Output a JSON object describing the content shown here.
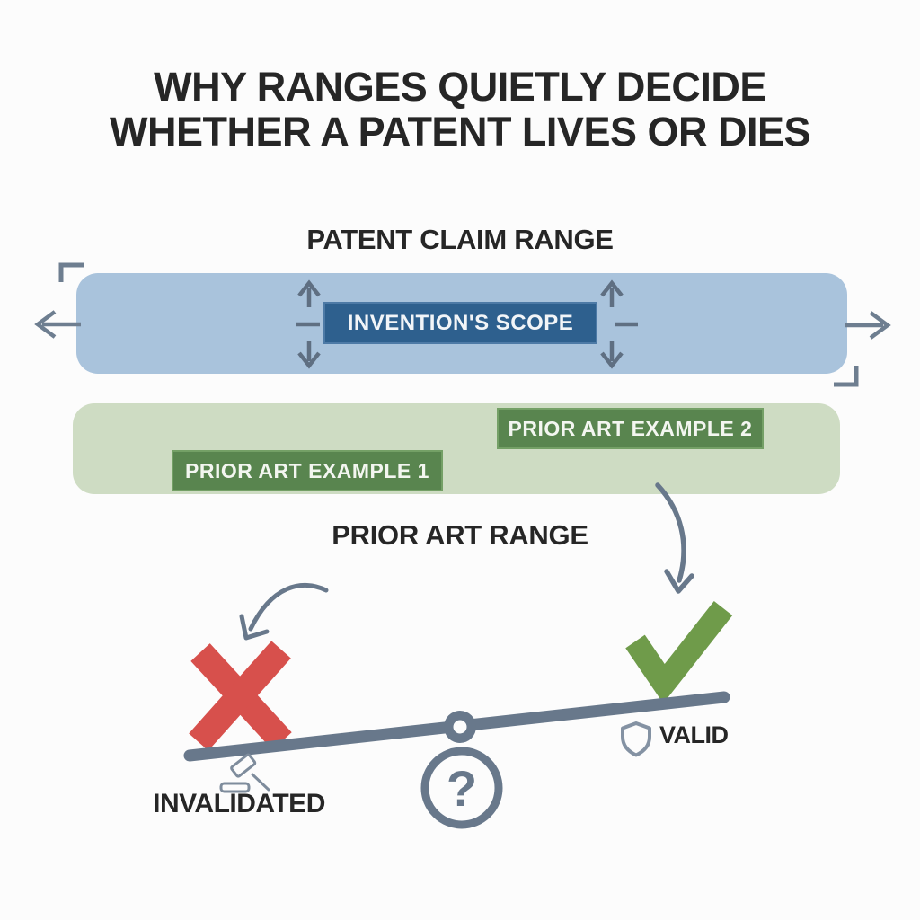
{
  "title": {
    "line1": "WHY RANGES QUIETLY DECIDE",
    "line2": "WHETHER A PATENT LIVES OR DIES"
  },
  "patent_claim": {
    "heading": "PATENT CLAIM RANGE",
    "scope_label": "INVENTION'S SCOPE"
  },
  "prior_art": {
    "heading": "PRIOR ART RANGE",
    "example1_label": "PRIOR ART EXAMPLE 1",
    "example2_label": "PRIOR ART EXAMPLE 2"
  },
  "verdict": {
    "invalidated_label": "INVALIDATED",
    "valid_label": "VALID",
    "question_mark": "?"
  },
  "colors": {
    "claim_bar": "#a9c3dc",
    "scope_box": "#2e608e",
    "prior_art_bar": "#cedcc3",
    "prior_art_box": "#59854f",
    "invalid_x_red": "#d7504c",
    "valid_check_green": "#6f9b4a",
    "diagram_gray": "#68788b",
    "text_dark": "#262626",
    "background": "#fcfcfc"
  },
  "icons": {
    "left_extend_arrow": "left-arrow-icon",
    "right_extend_arrow": "right-arrow-icon",
    "vertical_adjust_arrows": "up-down-arrows-icon",
    "invalid_mark": "red-x-icon",
    "valid_mark": "green-check-icon",
    "pivot": "seesaw-pivot-icon",
    "question": "question-circle-icon",
    "gavel": "gavel-icon",
    "shield": "shield-icon"
  }
}
